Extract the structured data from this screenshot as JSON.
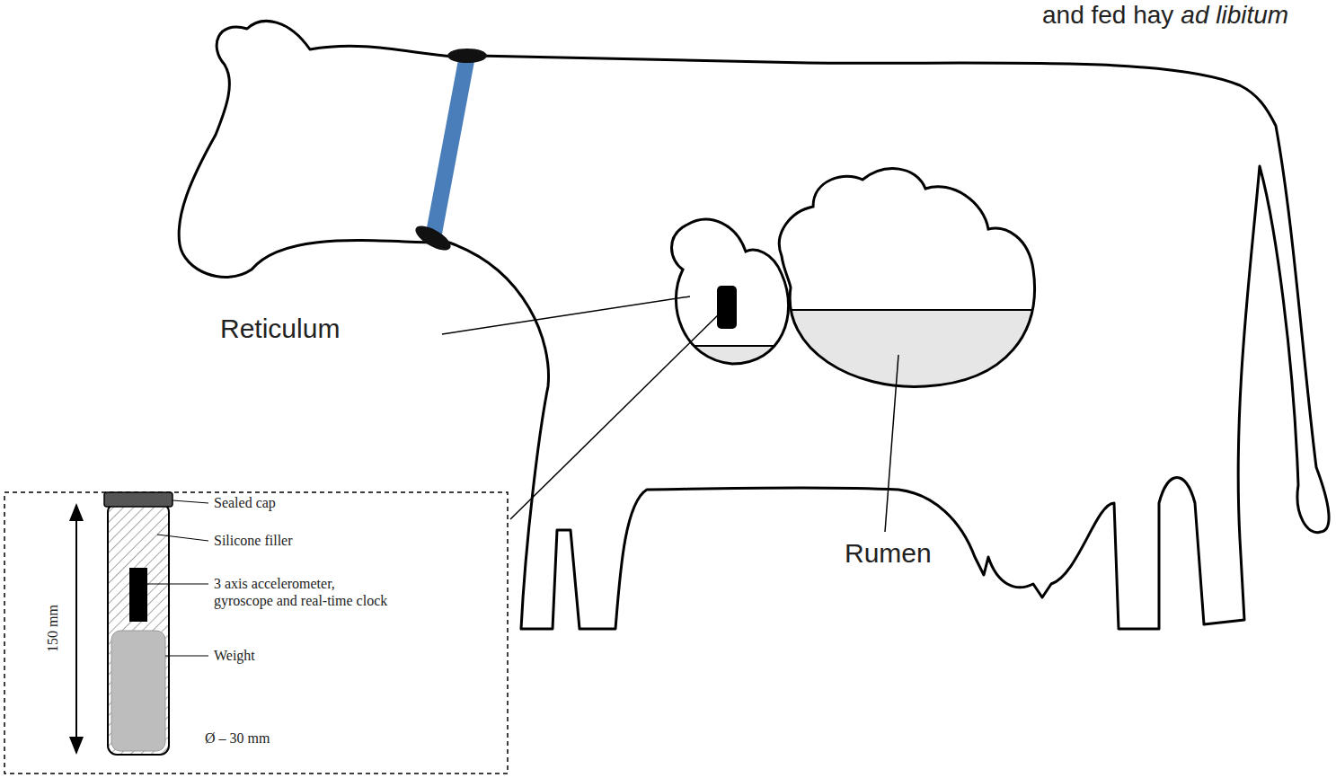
{
  "diagram": {
    "labels": [
      "and fed hay",
      "ad libitum",
      "Reticulum",
      "Rumen",
      "Sealed cap",
      "Silicone filler",
      "3 axis accelerometer, gyroscope and real-time clock",
      "Weight",
      "150 mm",
      "Ø – 30 mm"
    ]
  }
}
